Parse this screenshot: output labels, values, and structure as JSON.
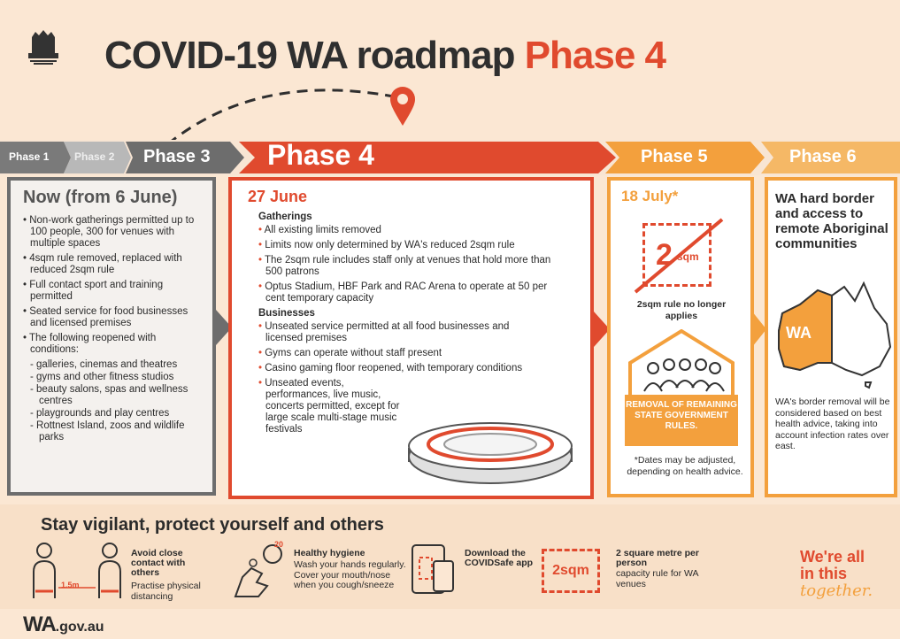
{
  "header": {
    "title_main": "COVID-19 WA roadmap",
    "title_accent": "Phase 4"
  },
  "phases": {
    "p1": "Phase 1",
    "p2": "Phase 2",
    "p3": "Phase 3",
    "p4": "Phase 4",
    "p5": "Phase 5",
    "p6": "Phase 6"
  },
  "phase3": {
    "date": "Now (from 6 June)",
    "items": [
      "Non-work gatherings permitted up to 100 people, 300 for venues with multiple spaces",
      "4sqm rule removed, replaced with reduced 2sqm rule",
      "Full contact sport and training permitted",
      "Seated service for food businesses and licensed premises",
      "The following reopened with conditions:"
    ],
    "subitems": [
      "galleries, cinemas and theatres",
      "gyms and other fitness studios",
      "beauty salons, spas and wellness centres",
      "playgrounds and play centres",
      "Rottnest Island, zoos and wildlife parks"
    ]
  },
  "phase4": {
    "date": "27 June",
    "gatherings_heading": "Gatherings",
    "gatherings": [
      "All existing limits removed",
      "Limits now only determined by WA's reduced 2sqm rule",
      "The 2sqm rule includes staff only at venues that hold more than 500 patrons",
      "Optus Stadium, HBF Park and RAC Arena to operate at 50 per cent temporary capacity"
    ],
    "businesses_heading": "Businesses",
    "businesses": [
      "Unseated service permitted at all food businesses and licensed premises",
      "Gyms can operate without staff present",
      "Casino gaming floor reopened, with temporary conditions",
      "Unseated events, performances, live music, concerts permitted, except for large scale multi-stage music festivals"
    ]
  },
  "phase5": {
    "date": "18 July*",
    "sign_number": "2",
    "sign_unit": "sqm",
    "rule_text": "2sqm rule no longer applies",
    "banner": "REMOVAL OF REMAINING STATE GOVERNMENT RULES.",
    "note": "*Dates may be adjusted, depending on health advice."
  },
  "phase6": {
    "heading": "WA hard border and access to remote Aboriginal communities",
    "map_label": "WA",
    "note": "WA's border removal will be considered based on best health advice, taking into account infection rates over east."
  },
  "vigilant": {
    "heading": "Stay vigilant, protect yourself and others",
    "distance_label": "1.5m",
    "timer_label": "20",
    "tip1_title": "Avoid close contact with others",
    "tip1_text": "Practise physical distancing",
    "tip2_title": "Healthy hygiene",
    "tip2_text": "Wash your hands regularly. Cover your mouth/nose when you cough/sneeze",
    "tip3_title": "Download the COVIDSafe app",
    "tip4_icon": "2sqm",
    "tip4_title": "2 square metre per person",
    "tip4_text": "capacity rule for WA venues"
  },
  "tagline": {
    "line1": "We're all",
    "line2": "in this",
    "line3": "together."
  },
  "footer": {
    "logo_main": "WA",
    "logo_suffix": ".gov.au"
  },
  "colors": {
    "accent_red": "#e04a2e",
    "accent_orange": "#f3a03d",
    "grey": "#6d6d6d",
    "background": "#fbe7d3"
  },
  "icons": [
    "wa-crest-icon",
    "location-pin-icon",
    "stadium-icon",
    "people-group-icon",
    "australia-map-icon",
    "handwash-icon",
    "phone-app-icon"
  ]
}
